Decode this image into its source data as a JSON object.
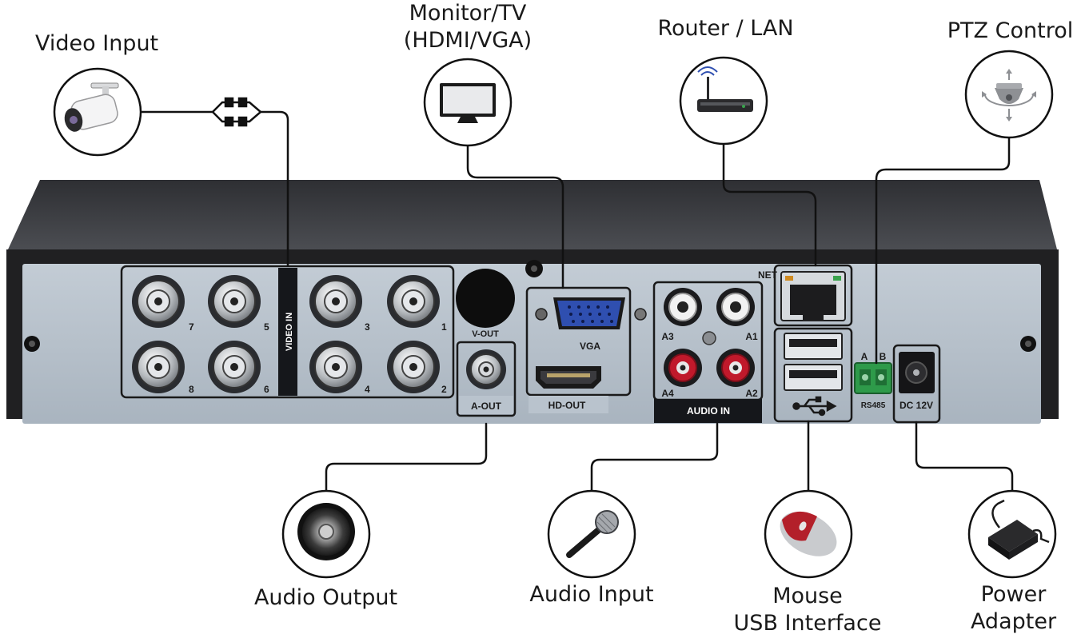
{
  "labels": {
    "video_input": "Video Input",
    "monitor_line1": "Monitor/TV",
    "monitor_line2": "(HDMI/VGA)",
    "router": "Router / LAN",
    "ptz": "PTZ Control",
    "audio_output": "Audio Output",
    "audio_input": "Audio Input",
    "mouse_line1": "Mouse",
    "mouse_line2": "USB Interface",
    "power_line1": "Power",
    "power_line2": "Adapter"
  },
  "panel": {
    "video_in": "VIDEO IN",
    "bnc_numbers": [
      "7",
      "5",
      "3",
      "1",
      "8",
      "6",
      "4",
      "2"
    ],
    "v_out": "V-OUT",
    "a_out": "A-OUT",
    "vga": "VGA",
    "hd_out": "HD-OUT",
    "net": "NET",
    "audio_in": "AUDIO IN",
    "audio_numbers": [
      "A3",
      "A1",
      "A4",
      "A2"
    ],
    "rs485_a": "A",
    "rs485_b": "B",
    "rs485": "RS485",
    "dc": "DC 12V"
  },
  "colors": {
    "panel": "#b9c3cd",
    "chassis": "#1f1f21",
    "wire": "#111111",
    "audio_red": "#c0192b",
    "vga_blue": "#2f4fb0",
    "terminal_green": "#2e9a4a",
    "mouse_red": "#b3202a"
  }
}
